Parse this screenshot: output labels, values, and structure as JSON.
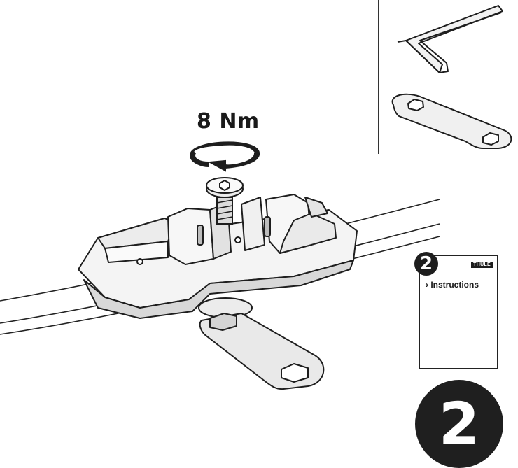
{
  "torque": {
    "value_label": "8 Nm"
  },
  "booklet": {
    "step": "2",
    "title": "› Instructions",
    "brand": "THULE"
  },
  "step": {
    "number": "2"
  },
  "icons": {
    "rotate": "clockwise-rotation-arrow-icon",
    "hex_key": "hex-key-icon",
    "wrench": "flat-wrench-icon"
  },
  "colors": {
    "ink": "#1e1e1e",
    "part_fill": "#f2f2f2",
    "shade": "#d0d0d0"
  }
}
